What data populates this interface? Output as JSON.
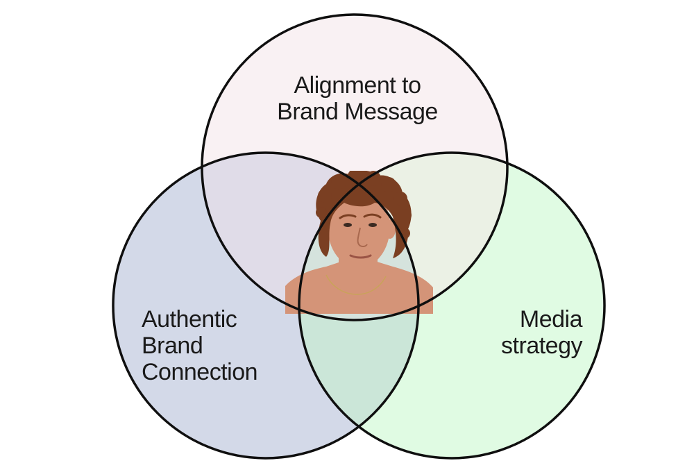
{
  "diagram": {
    "type": "venn",
    "sets": [
      {
        "id": "top",
        "lines": [
          "Alignment to",
          "Brand Message"
        ],
        "fill": "#f9f1f3"
      },
      {
        "id": "left",
        "lines": [
          "Authentic",
          "Brand",
          "Connection"
        ],
        "fill": "#d3d9e8"
      },
      {
        "id": "right",
        "lines": [
          "Media",
          "strategy"
        ],
        "fill": "#e0fbe3"
      }
    ],
    "overlaps": {
      "top_left": "#e0dce8",
      "top_right": "#ebf1e5",
      "left_right": "#cbe6d8",
      "center": "#d5e3dd"
    },
    "outline_color": "#0f0f0f",
    "center_image": {
      "description": "portrait-photo",
      "skin": "#d49478",
      "hair": "#7a3f22"
    }
  }
}
